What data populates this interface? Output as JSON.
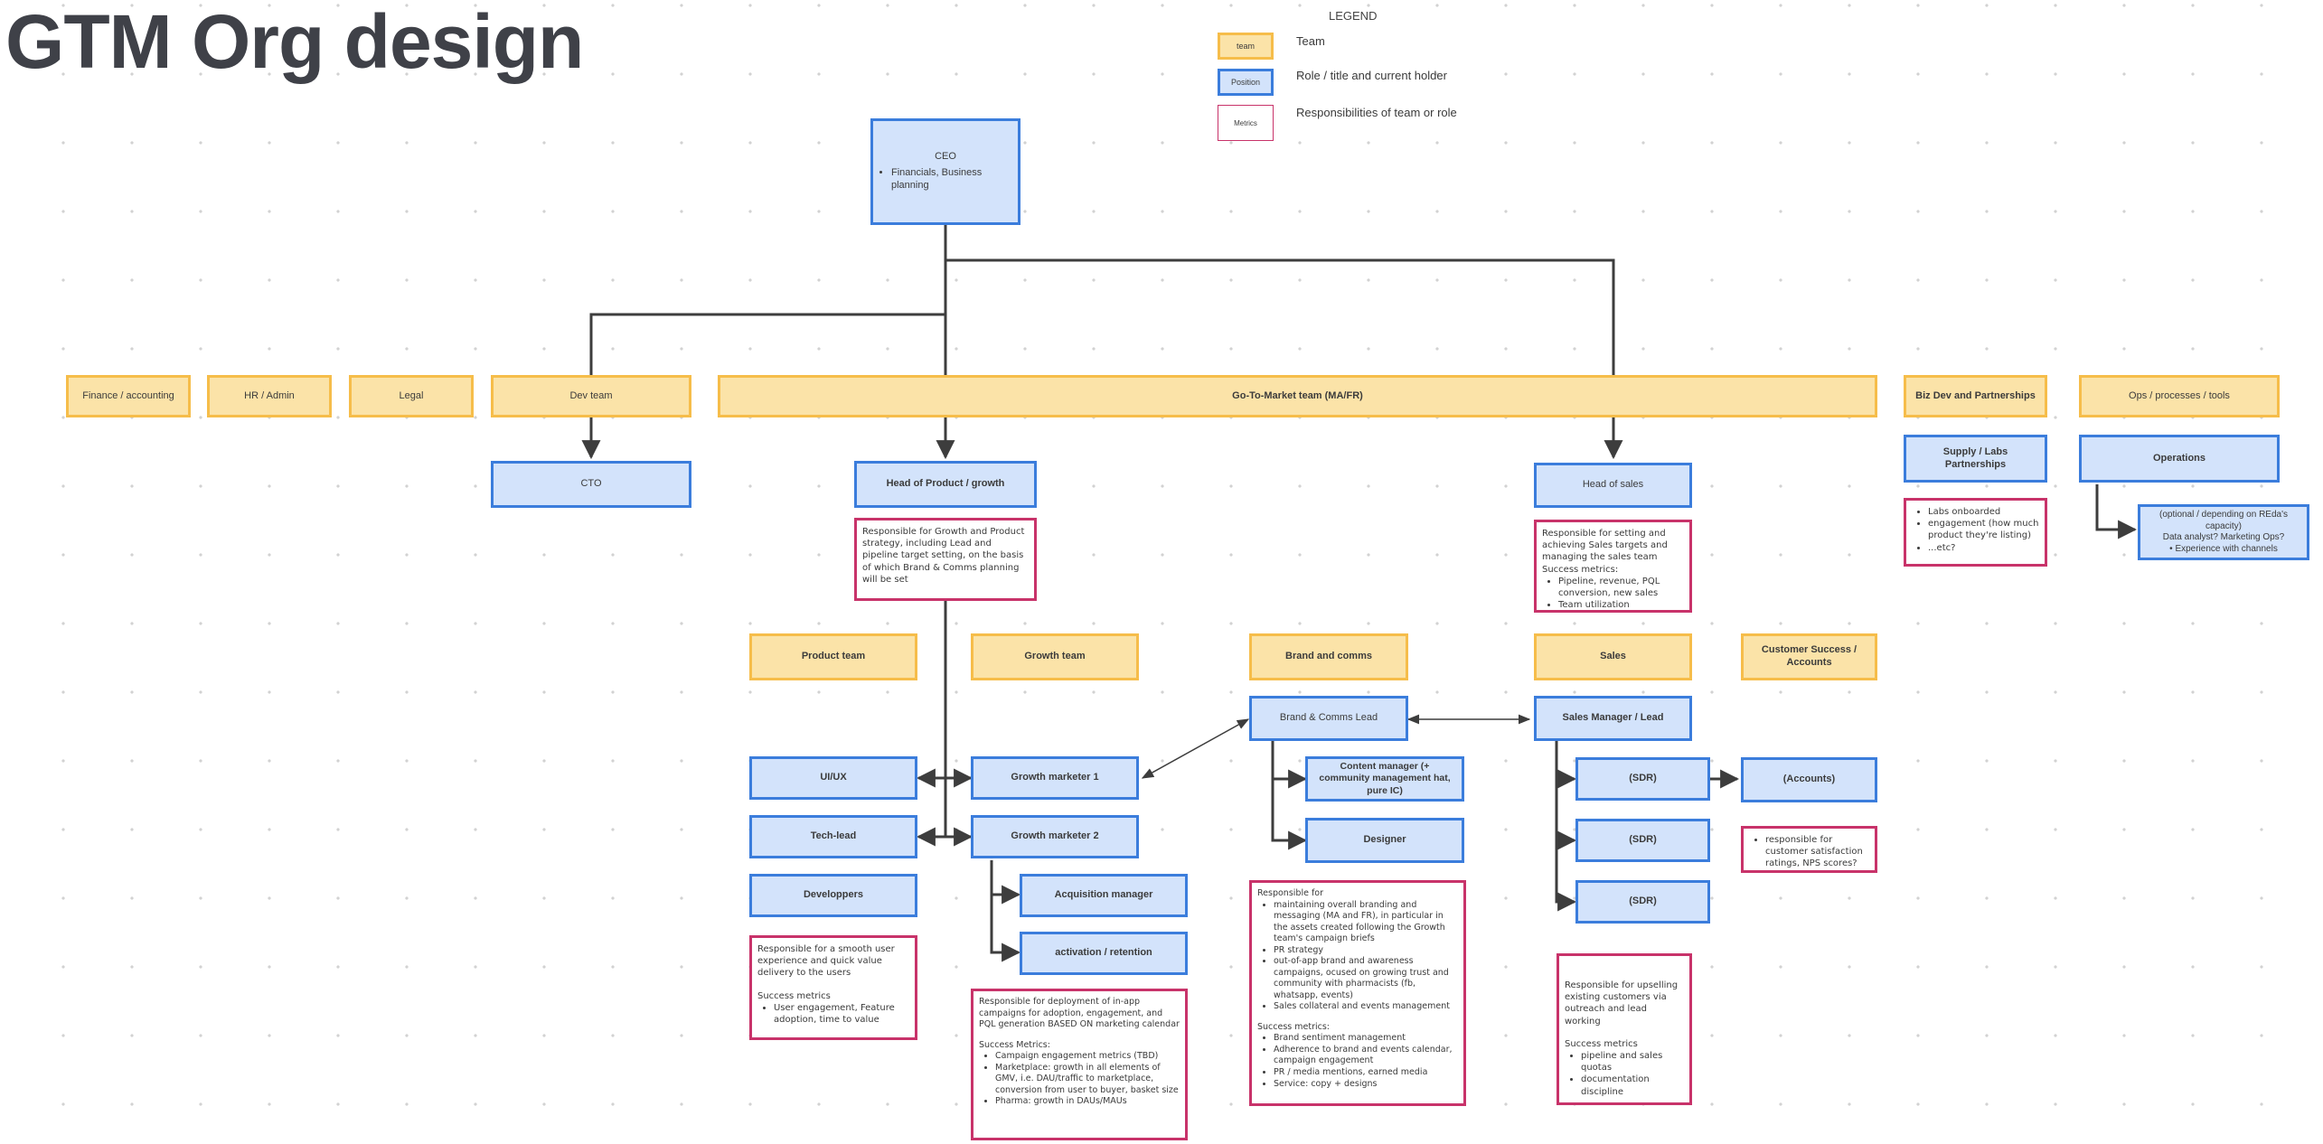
{
  "title": "GTM Org design",
  "legend": {
    "heading": "LEGEND",
    "team_swatch": "team",
    "team_label": "Team",
    "position_swatch": "Position",
    "position_label": "Role / title and current holder",
    "metrics_swatch": "Metrics",
    "metrics_label": "Responsibilities of team or role"
  },
  "colors": {
    "team_fill": "#fbe3a8",
    "team_border": "#f6bd4a",
    "position_fill": "#d3e3fb",
    "position_border": "#3b7ddc",
    "metrics_border": "#c8336a",
    "connector": "#3d3d3d"
  },
  "ceo": {
    "label": "CEO",
    "bullets": [
      "Financials, Business planning"
    ]
  },
  "teams": {
    "finance": "Finance / accounting",
    "hr": "HR / Admin",
    "legal": "Legal",
    "dev": "Dev team",
    "gtm": "Go-To-Market team (MA/FR)",
    "bizdev": "Biz Dev and Partnerships",
    "ops": "Ops / processes / tools",
    "product": "Product team",
    "growth": "Growth team",
    "brand": "Brand and comms",
    "sales": "Sales",
    "customer_success": "Customer Success / Accounts"
  },
  "positions": {
    "cto": "CTO",
    "head_product": "Head of Product / growth",
    "head_sales": "Head of sales",
    "supply": "Supply / Labs Partnerships",
    "operations": "Operations",
    "ops_optional": [
      "(optional / depending on REda's capacity)",
      "Data analyst? Marketing Ops?"
    ],
    "ops_optional_bullet": "Experience with channels",
    "uiux": "UI/UX",
    "techlead": "Tech-lead",
    "devs": "Developpers",
    "gm1": "Growth marketer 1",
    "gm2": "Growth marketer 2",
    "acq": "Acquisition manager",
    "activation": "activation / retention",
    "brand_lead": "Brand & Comms Lead",
    "content_mgr": "Content manager (+ community management hat, pure IC)",
    "designer": "Designer",
    "sales_mgr": "Sales Manager / Lead",
    "sdr1": "(SDR)",
    "sdr2": "(SDR)",
    "sdr3": "(SDR)",
    "accounts": "(Accounts)"
  },
  "notes": {
    "head_product": "Responsible for Growth and Product strategy, including Lead and pipeline target setting, on the basis of which Brand & Comms planning will be set",
    "head_sales": {
      "intro": "Responsible for setting and achieving Sales targets and managing the sales team",
      "metrics_heading": "Success metrics:",
      "items": [
        "Pipeline, revenue, PQL conversion, new sales",
        "Team utilization"
      ]
    },
    "supply": [
      "Labs onboarded",
      "engagement (how much product they're listing)",
      "...etc?"
    ],
    "customer_success": [
      "responsible for customer satisfaction ratings, NPS scores?"
    ],
    "product": {
      "intro": "Responsible for a smooth user experience and quick value delivery to the users",
      "metrics_heading": "Success metrics",
      "items": [
        "User engagement, Feature adoption, time to value"
      ]
    },
    "growth": {
      "intro": "Responsible for deployment of in-app campaigns for adoption, engagement, and PQL generation BASED ON marketing calendar",
      "metrics_heading": "Success Metrics:",
      "items": [
        "Campaign engagement metrics (TBD)",
        "Marketplace: growth in all elements of GMV, i.e. DAU/traffic to marketplace, conversion from user to buyer, basket size",
        "Pharma: growth in DAUs/MAUs"
      ]
    },
    "brand": {
      "intro": "Responsible for",
      "items": [
        "maintaining overall branding and messaging (MA and FR), in particular in the assets created following the Growth team's campaign briefs",
        "PR strategy",
        "out-of-app brand and awareness campaigns, ocused on growing trust and community with pharmacists (fb, whatsapp, events)",
        "Sales collateral and events management"
      ],
      "metrics_heading": "Success metrics:",
      "metrics": [
        "Brand sentiment management",
        "Adherence to brand and events calendar, campaign engagement",
        "PR / media mentions, earned media",
        "Service: copy + designs"
      ]
    },
    "sales": {
      "intro": "Responsible for upselling existing customers via outreach and lead working",
      "metrics_heading": "Success metrics",
      "items": [
        "pipeline and sales quotas",
        "documentation discipline"
      ]
    }
  }
}
